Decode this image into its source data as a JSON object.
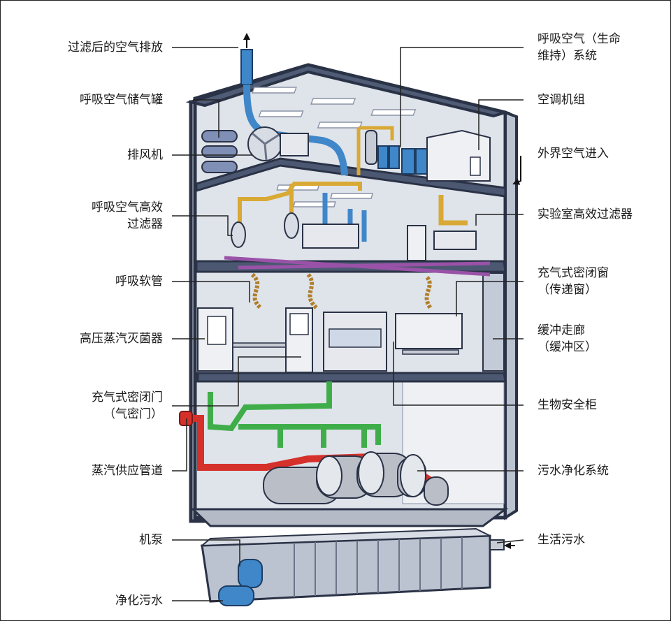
{
  "colors": {
    "frame": "#2a3246",
    "wall": "#dfe3ea",
    "floor": "#56627b",
    "pipe_blue": "#3f87c9",
    "pipe_yellow": "#d9a935",
    "pipe_green": "#3fae4a",
    "pipe_red": "#d6302b",
    "pipe_purple": "#9a52a8",
    "tank": "#b9bec7",
    "hose": "#b07f2a"
  },
  "labels_left": [
    {
      "id": "filtered-air-exhaust",
      "lines": [
        "过滤后的空气排放"
      ]
    },
    {
      "id": "breathing-air-tank",
      "lines": [
        "呼吸空气储气罐"
      ]
    },
    {
      "id": "exhaust-fan",
      "lines": [
        "排风机"
      ]
    },
    {
      "id": "breathing-air-hepa",
      "lines": [
        "呼吸空气高效",
        "过滤器"
      ]
    },
    {
      "id": "breathing-hose",
      "lines": [
        "呼吸软管"
      ]
    },
    {
      "id": "autoclave",
      "lines": [
        "高压蒸汽灭菌器"
      ]
    },
    {
      "id": "airtight-door",
      "lines": [
        "充气式密闭门",
        "（气密门）"
      ]
    },
    {
      "id": "steam-pipe",
      "lines": [
        "蒸汽供应管道"
      ]
    },
    {
      "id": "pump",
      "lines": [
        "机泵"
      ]
    },
    {
      "id": "treated-wastewater",
      "lines": [
        "净化污水"
      ]
    }
  ],
  "labels_right": [
    {
      "id": "life-support",
      "lines": [
        "呼吸空气（生命",
        "维持）系统"
      ]
    },
    {
      "id": "air-conditioner",
      "lines": [
        "空调机组"
      ]
    },
    {
      "id": "outside-air-in",
      "lines": [
        "外界空气进入"
      ]
    },
    {
      "id": "lab-hepa",
      "lines": [
        "实验室高效过滤器"
      ]
    },
    {
      "id": "pass-box",
      "lines": [
        "充气式密闭窗",
        "（传递窗）"
      ]
    },
    {
      "id": "buffer-corridor",
      "lines": [
        "缓冲走廊",
        "（缓冲区）"
      ]
    },
    {
      "id": "biosafety-cabinet",
      "lines": [
        "生物安全柜"
      ]
    },
    {
      "id": "effluent-treatment",
      "lines": [
        "污水净化系统"
      ]
    },
    {
      "id": "domestic-sewage",
      "lines": [
        "生活污水"
      ]
    }
  ]
}
